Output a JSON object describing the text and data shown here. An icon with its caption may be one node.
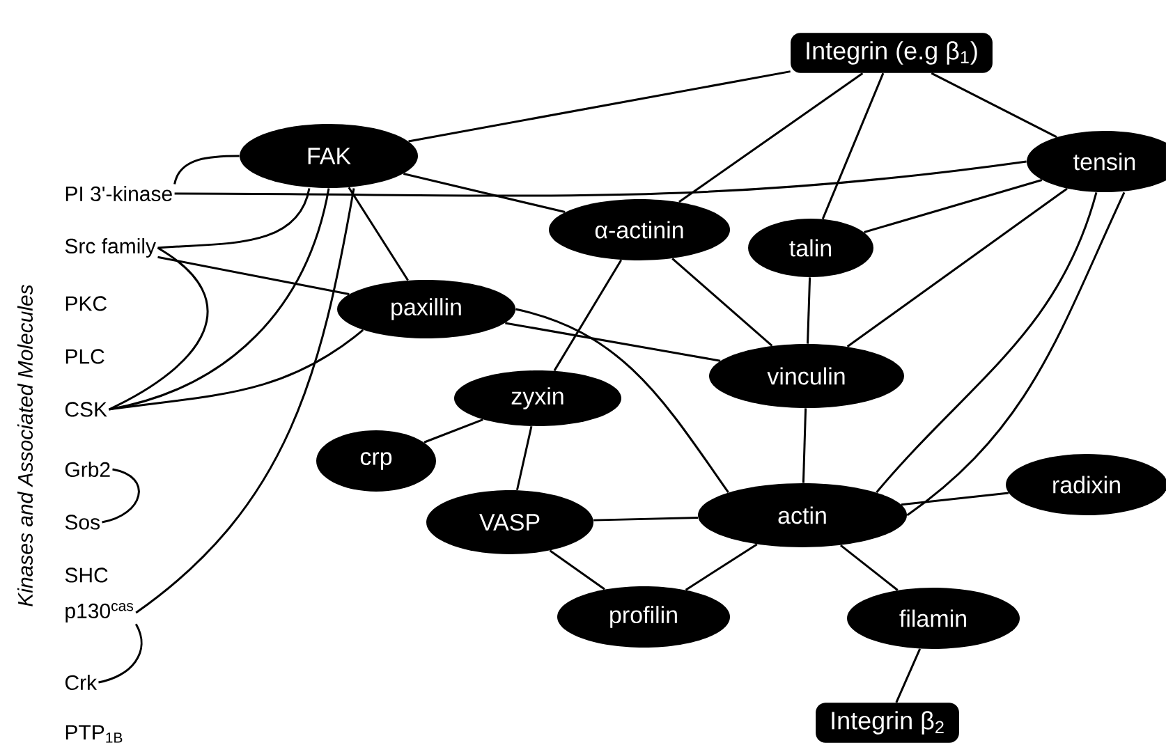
{
  "diagram": {
    "nodes": [
      {
        "text": [
          "Integrin (e.g  β$_{1}$)"
        ]
      },
      {
        "text": [
          "FAK"
        ]
      },
      {
        "text": [
          "tensin"
        ]
      },
      {
        "text": [
          "α-actinin"
        ]
      },
      {
        "text": [
          "talin"
        ]
      },
      {
        "text": [
          "paxillin"
        ]
      },
      {
        "text": [
          "vinculin"
        ]
      },
      {
        "text": [
          "zyxin"
        ]
      },
      {
        "text": [
          "crp"
        ]
      },
      {
        "text": [
          "VASP"
        ]
      },
      {
        "text": [
          "actin"
        ]
      },
      {
        "text": [
          "radixin"
        ]
      },
      {
        "text": [
          "profilin"
        ]
      },
      {
        "text": [
          "filamin"
        ]
      },
      {
        "text": [
          "Integrin β$_{2}$"
        ]
      },
      {
        "text": [
          "PI 3'-kinase"
        ]
      },
      {
        "text": [
          "Src family"
        ]
      },
      {
        "text": [
          "CSK"
        ]
      },
      {
        "text": [
          "Grb2"
        ]
      },
      {
        "text": [
          "Sos"
        ]
      },
      {
        "text": [
          "p130$^{cas}$"
        ]
      },
      {
        "text": [
          "Crk"
        ]
      }
    ],
    "edges": [
      {
        "from": 0,
        "to": 1,
        "arrow": "none"
      },
      {
        "from": 0,
        "to": 3,
        "arrow": "none"
      },
      {
        "from": 0,
        "to": 4,
        "arrow": "none"
      },
      {
        "from": 0,
        "to": 2,
        "arrow": "none"
      },
      {
        "from": 1,
        "to": 3,
        "arrow": "none"
      },
      {
        "from": 1,
        "to": 5,
        "arrow": "none"
      },
      {
        "from": 15,
        "to": 1,
        "arrow": "none"
      },
      {
        "from": 15,
        "to": 2,
        "arrow": "none"
      },
      {
        "from": 1,
        "to": 16,
        "arrow": "none"
      },
      {
        "from": 1,
        "to": 17,
        "arrow": "none"
      },
      {
        "from": 1,
        "to": 20,
        "arrow": "none"
      },
      {
        "from": 16,
        "to": 17,
        "arrow": "none"
      },
      {
        "from": 16,
        "to": 5,
        "arrow": "none"
      },
      {
        "from": 17,
        "to": 5,
        "arrow": "none"
      },
      {
        "from": 18,
        "to": 19,
        "arrow": "none"
      },
      {
        "from": 20,
        "to": 21,
        "arrow": "none"
      },
      {
        "from": 5,
        "to": 6,
        "arrow": "none"
      },
      {
        "from": 5,
        "to": 10,
        "arrow": "none"
      },
      {
        "from": 3,
        "to": 6,
        "arrow": "none"
      },
      {
        "from": 3,
        "to": 7,
        "arrow": "none"
      },
      {
        "from": 4,
        "to": 6,
        "arrow": "none"
      },
      {
        "from": 2,
        "to": 4,
        "arrow": "none"
      },
      {
        "from": 2,
        "to": 6,
        "arrow": "none"
      },
      {
        "from": 2,
        "to": 10,
        "arrow": "none"
      },
      {
        "from": 2,
        "to": 10,
        "arrow": "none"
      },
      {
        "from": 6,
        "to": 10,
        "arrow": "none"
      },
      {
        "from": 7,
        "to": 8,
        "arrow": "none"
      },
      {
        "from": 7,
        "to": 9,
        "arrow": "none"
      },
      {
        "from": 9,
        "to": 10,
        "arrow": "none"
      },
      {
        "from": 9,
        "to": 12,
        "arrow": "none"
      },
      {
        "from": 10,
        "to": 12,
        "arrow": "none"
      },
      {
        "from": 10,
        "to": 11,
        "arrow": "none"
      },
      {
        "from": 10,
        "to": 13,
        "arrow": "none"
      },
      {
        "from": 13,
        "to": 14,
        "arrow": "none"
      }
    ],
    "labels": [
      "Kinases and Associated Molecules",
      "PKC",
      "PLC",
      "SHC",
      "PTP$_{1B}$"
    ]
  }
}
